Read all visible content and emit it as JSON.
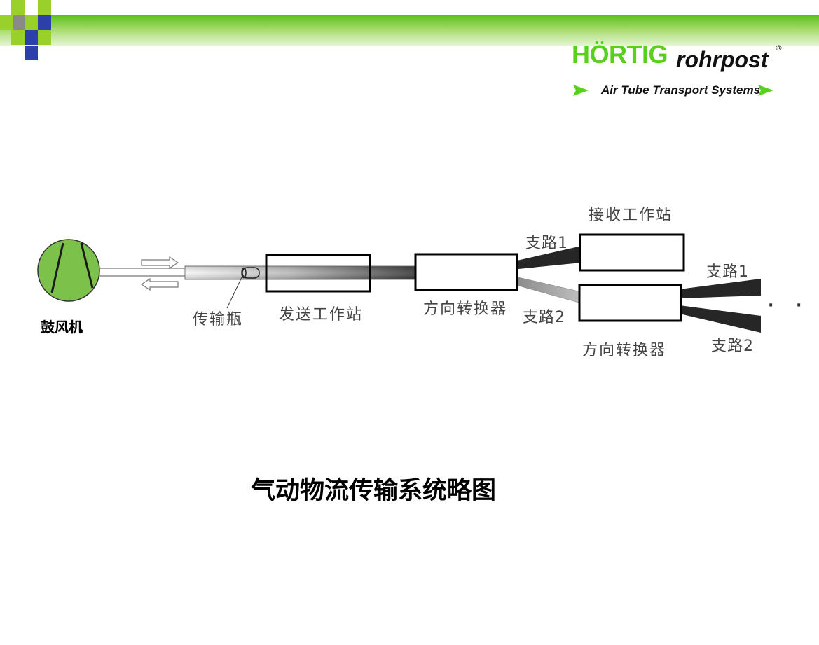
{
  "logo": {
    "brand": "HÖRTIG",
    "word": "rohrpost",
    "registered": "®",
    "tagline": "Air Tube Transport Systems",
    "brand_color": "#57d11c",
    "arrow_color": "#57d11c"
  },
  "decor_colors": {
    "bar_green": "#5dc01d",
    "square_gray": "#8a8a8a",
    "square_green": "#9ad02a",
    "square_blue": "#2d3fa8"
  },
  "diagram": {
    "fan_color": "#7cc24a",
    "fan_label": "鼓风机",
    "carrier_label": "传输瓶",
    "sending_station_label": "发送工作站",
    "diverter_1_label": "方向转换器",
    "branch_1_upper_label": "支路1",
    "branch_2_upper_label": "支路2",
    "receiving_station_label": "接收工作站",
    "diverter_2_label": "方向转换器",
    "branch_1_right_label": "支路1",
    "branch_2_right_label": "支路2",
    "continuation": "· · ·"
  },
  "caption": "气动物流传输系统略图"
}
